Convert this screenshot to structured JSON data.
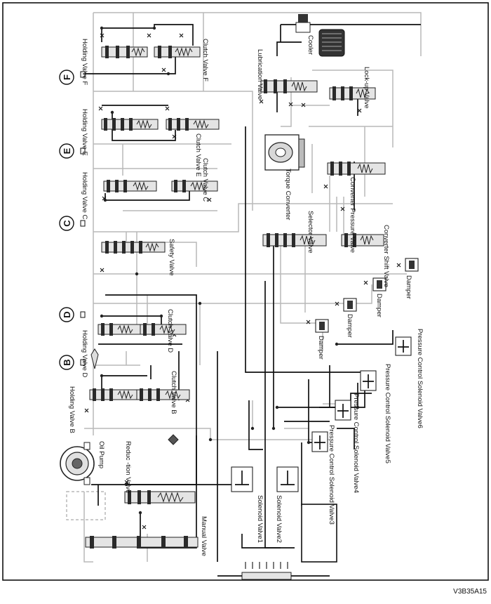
{
  "diagram": {
    "figure_code": "V3B35A15",
    "ports": [
      "F",
      "E",
      "C",
      "D",
      "B"
    ],
    "valves": {
      "holding_f": "Holding Valve F",
      "clutch_f": "Clutch Valve F",
      "holding_e": "Holding Valve E",
      "clutch_e": "Clutch Valve E",
      "holding_c": "Holding Valve C",
      "clutch_c": "Clutch Valve C",
      "safety": "Safety Valve",
      "holding_d": "Holding Valve D",
      "clutch_d": "Clutch Valve D",
      "holding_b": "Holding Valve B",
      "clutch_b": "Clutch Valve B",
      "oil_pump": "Oil Pump",
      "reduction": "Reduc -tion Valve",
      "manual": "Manual Valve",
      "lubrication": "Lubrication Valve",
      "lockup": "Lock-up Valve",
      "torque_converter": "Torque Converter",
      "converter_pressure": "Converter Pressure Valve",
      "selector": "Selector Valve",
      "converter_shift": "Converter Shift Valve",
      "cooler": "Cooler",
      "solenoid1": "Solenoid Valve1",
      "solenoid2": "Solenoid Valve2",
      "pcsv3": "Pressure Control Solenoid Valve3",
      "pcsv4": "Pressure Control Solenoid Valve4",
      "pcsv5": "Pressure Control Solenoid Valve5",
      "pcsv6": "Pressure Control Solenoid Valve6"
    },
    "damper_label": "Damper"
  }
}
